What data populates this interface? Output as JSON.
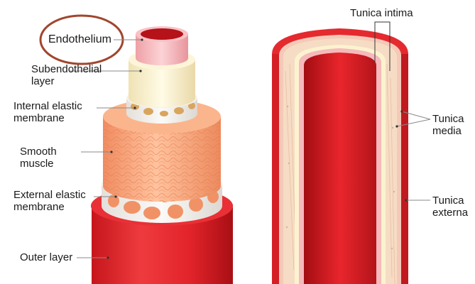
{
  "labels": {
    "endothelium": "Endothelium",
    "subendothelial": "Subendothelial layer",
    "internal_elastic": "Internal elastic membrane",
    "smooth_muscle": "Smooth muscle",
    "external_elastic": "External elastic membrane",
    "outer_layer": "Outer layer",
    "tunica_intima": "Tunica intima",
    "tunica_media": "Tunica media",
    "tunica_externa": "Tunica externa"
  },
  "colors": {
    "highlight_circle": "#a0462d",
    "vessel_red": "#e2232a",
    "vessel_dark_red": "#b01217",
    "smooth_muscle": "#f6a57a",
    "subendothelial": "#fbf1cc",
    "endothelium": "#f6b8bd",
    "elastic_membrane": "#f3f1ee"
  }
}
